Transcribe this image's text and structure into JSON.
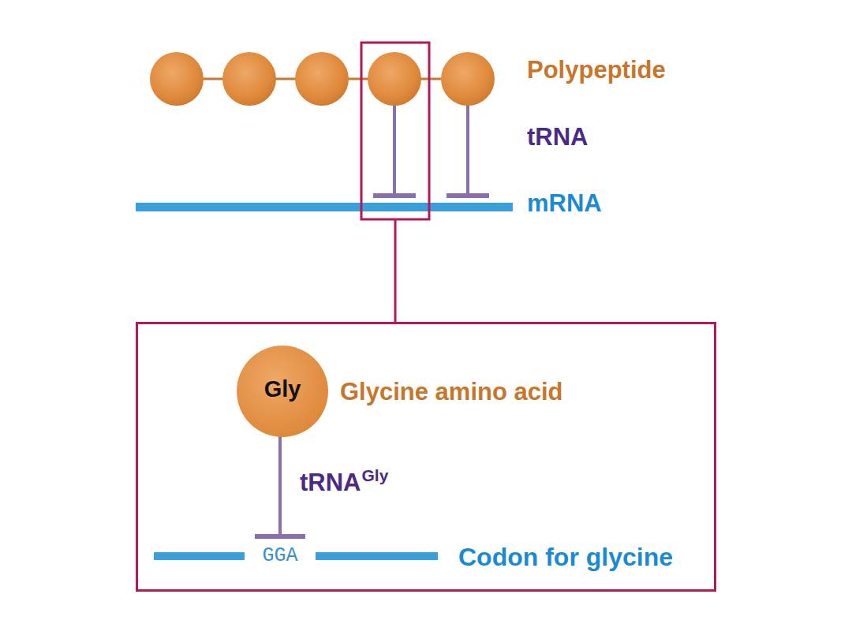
{
  "diagram": {
    "nodes": [
      {
        "text": [
          "Glycine amino acid",
          "Codon for glycine"
        ]
      },
      {
        "text": [
          "Gly"
        ],
        "in": 0
      }
    ],
    "labels": [
      "Polypeptide",
      "tRNA",
      "mRNA",
      "tRNA",
      "Gly",
      "GGA"
    ]
  }
}
